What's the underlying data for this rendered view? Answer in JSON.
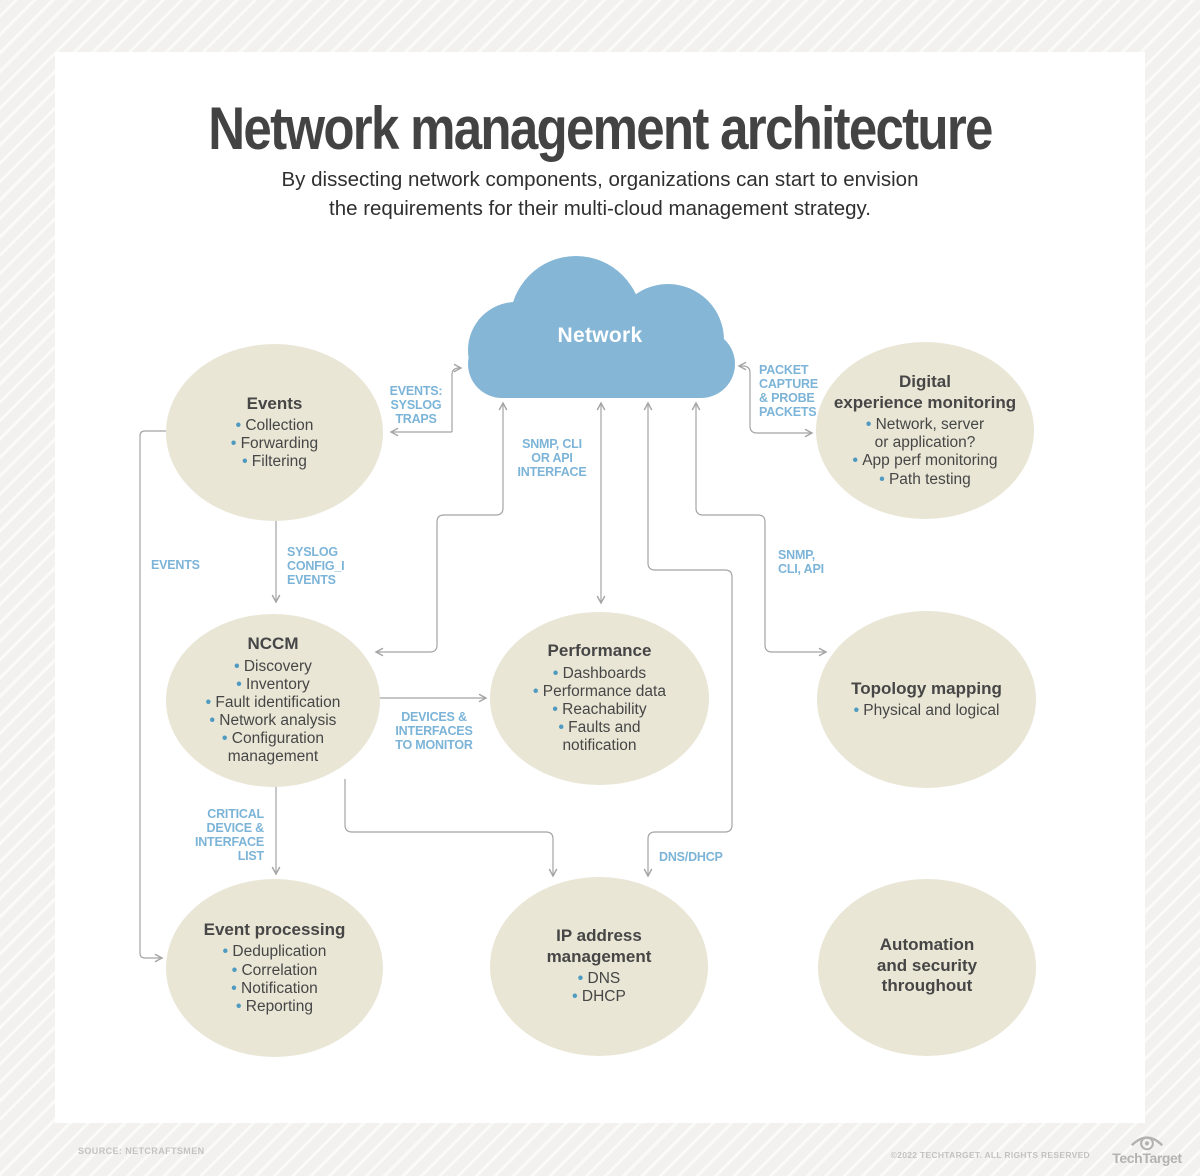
{
  "header": {
    "title": "Network management architecture",
    "subtitle": "By dissecting network components, organizations can start to envision\nthe requirements for their multi-cloud management strategy."
  },
  "cloud": {
    "label": "Network"
  },
  "nodes": {
    "events": {
      "title": "Events",
      "items": [
        "Collection",
        "Forwarding",
        "Filtering"
      ]
    },
    "digital_experience": {
      "title": "Digital\nexperience monitoring",
      "items": [
        "Network, server\nor application?",
        "App perf monitoring",
        "Path testing"
      ]
    },
    "nccm": {
      "title": "NCCM",
      "items": [
        "Discovery",
        "Inventory",
        "Fault identification",
        "Network analysis",
        "Configuration\nmanagement"
      ]
    },
    "performance": {
      "title": "Performance",
      "items": [
        "Dashboards",
        "Performance data",
        "Reachability",
        "Faults and\nnotification"
      ]
    },
    "topology": {
      "title": "Topology mapping",
      "items": [
        "Physical and logical"
      ]
    },
    "event_processing": {
      "title": "Event processing",
      "items": [
        "Deduplication",
        "Correlation",
        "Notification",
        "Reporting"
      ]
    },
    "ipam": {
      "title": "IP address\nmanagement",
      "items": [
        "DNS",
        "DHCP"
      ]
    },
    "automation": {
      "title": "Automation\nand security\nthroughout",
      "items": []
    }
  },
  "edge_labels": {
    "events_syslog_traps": "EVENTS:\nSYSLOG\nTRAPS",
    "packet_capture": "PACKET\nCAPTURE\n& PROBE\nPACKETS",
    "snmp_cli_or_api": "SNMP, CLI\nOR API\nINTERFACE",
    "syslog_config_events": "SYSLOG\nCONFIG_I\nEVENTS",
    "events": "EVENTS",
    "snmp_cli_api": "SNMP,\nCLI, API",
    "devices_to_monitor": "DEVICES &\nINTERFACES\nTO MONITOR",
    "critical_device_list": "CRITICAL\nDEVICE &\nINTERFACE\nLIST",
    "dns_dhcp": "DNS/DHCP"
  },
  "footer": {
    "source": "SOURCE: NETCRAFTSMEN",
    "copyright": "©2022 TECHTARGET. ALL RIGHTS RESERVED",
    "brand": "TechTarget"
  },
  "colors": {
    "cloud_blue": "#85b6d6",
    "node_beige": "#e9e6d6",
    "label_blue": "#7cb4d8",
    "bullet_blue": "#4e9ac0",
    "line_gray": "#a5a4a3",
    "text_dark": "#464646"
  }
}
